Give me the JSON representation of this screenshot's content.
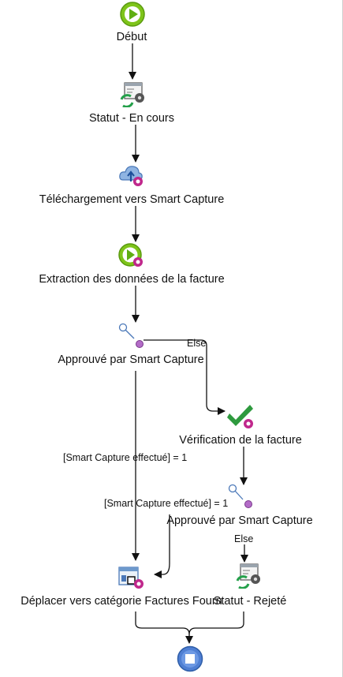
{
  "nodes": {
    "debut": {
      "label": "Début",
      "icon": "start-play-icon"
    },
    "statut_en_cours": {
      "label": "Statut - En cours",
      "icon": "status-gear-icon"
    },
    "telechargement": {
      "label": "Téléchargement vers Smart Capture",
      "icon": "cloud-upload-icon"
    },
    "extraction": {
      "label": "Extraction des données de la facture",
      "icon": "play-process-icon"
    },
    "approuve_1": {
      "label": "Approuvé par Smart Capture",
      "icon": "decision-icon"
    },
    "verification": {
      "label": "Vérification de la facture",
      "icon": "checkmark-icon"
    },
    "approuve_2": {
      "label": "Approuvé par Smart Capture",
      "icon": "decision-icon"
    },
    "deplacer": {
      "label": "Déplacer vers catégorie Factures Fourn",
      "icon": "move-category-icon"
    },
    "statut_rejete": {
      "label": "Statut - Rejeté",
      "icon": "status-gear-icon"
    },
    "fin": {
      "label": "",
      "icon": "end-stop-icon"
    }
  },
  "edge_labels": {
    "else_1": "Else",
    "condition_1": "[Smart Capture effectué] = 1",
    "condition_2": "[Smart Capture effectué] = 1",
    "else_2": "Else"
  },
  "colors": {
    "start_green": "#7ec41a",
    "end_blue": "#4f7fd3",
    "connector": "#111111",
    "gear_badge": "#c0288c",
    "decision_purple": "#b36cc7",
    "check_green": "#2e9a3e",
    "status_arrows": "#24a04a"
  }
}
